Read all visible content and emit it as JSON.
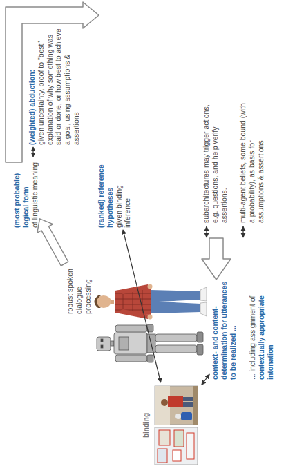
{
  "diagram": {
    "nodes": [
      {
        "text": [
          "(most probable) logical form",
          "of linguistic meaning"
        ]
      },
      {
        "text": [
          "(weighted) abduction:",
          "given uncertainty, proof to \"best\" explanation of why something was said or done, or how best to achieve a goal, using assumptions & assertions"
        ]
      },
      {
        "text": [
          "robust spoken dialogue processing"
        ]
      },
      {
        "text": [
          "(ranked) reference hypotheses",
          "given binding, inference"
        ]
      },
      {
        "text": [
          "binding"
        ]
      },
      {
        "text": [
          "subarchitectures may trigger actions, e.g. questions, and help verify assertions."
        ]
      },
      {
        "text": [
          "multi-agent beliefs, some bound (with a probability), as basis for assumptions & assertions"
        ]
      },
      {
        "text": [
          "context- and content- determination for utterances to be realized ...",
          "... including assignment of",
          "contextually appropriate intonation"
        ]
      }
    ],
    "edges": [
      {
        "from": 2,
        "to": 0,
        "arrow": "to"
      },
      {
        "from": 0,
        "to": 1,
        "arrow": "both"
      },
      {
        "from": 3,
        "to": 4,
        "arrow": "both"
      },
      {
        "from": 4,
        "to": 7,
        "arrow": "both"
      }
    ]
  }
}
